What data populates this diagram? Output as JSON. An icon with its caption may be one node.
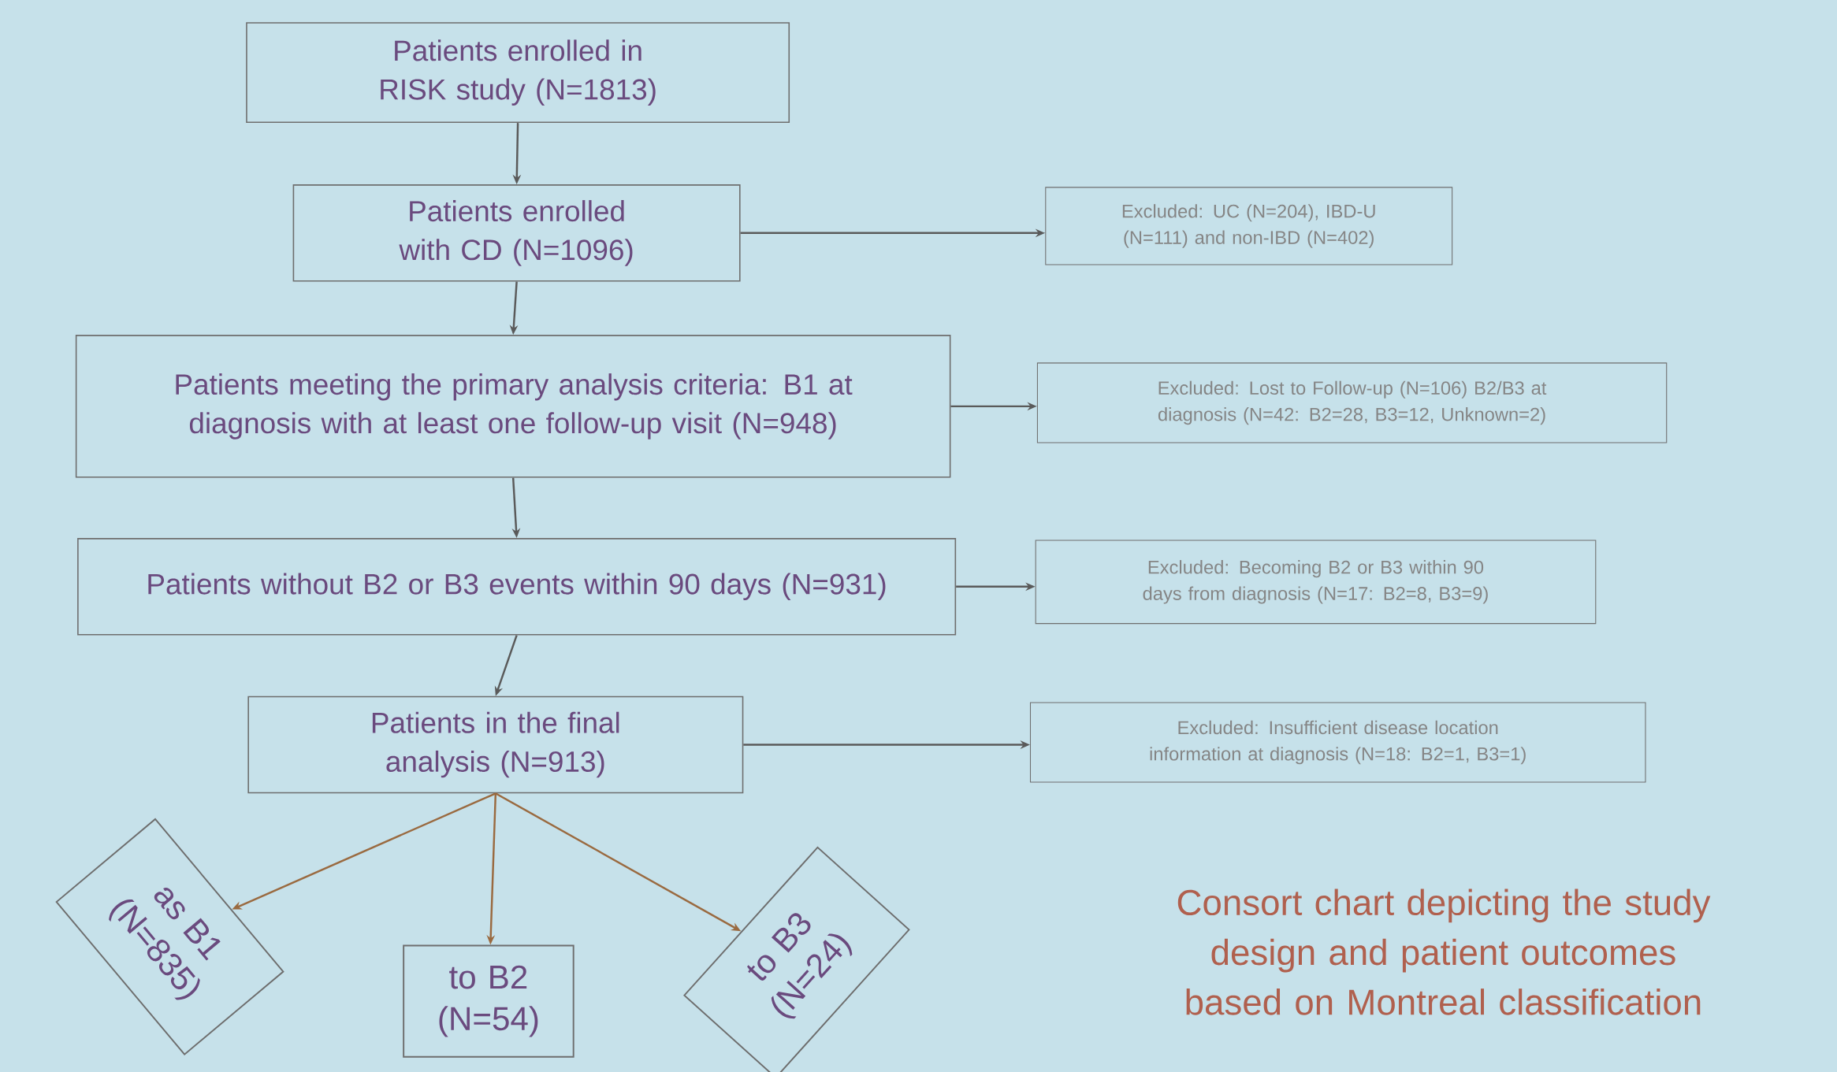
{
  "diagram": {
    "caption": "Consort chart depicting the study design and patient outcomes based on Montreal classification",
    "nodes": [
      {
        "text": [
          "Patients enrolled in RISK study (N=1813)"
        ]
      },
      {
        "text": [
          "Patients enrolled with CD (N=1096)"
        ]
      },
      {
        "text": [
          "Patients meeting the primary analysis criteria: B1 at diagnosis with at least one follow-up visit (N=948)"
        ]
      },
      {
        "text": [
          "Patients without B2 or B3 events within 90 days (N=931)"
        ]
      },
      {
        "text": [
          "Patients in the final analysis (N=913)"
        ]
      },
      {
        "text": [
          "Excluded: UC (N=204), IBD-U (N=111) and non-IBD (N=402)"
        ]
      },
      {
        "text": [
          "Excluded: Lost to Follow-up (N=106) B2/B3 at diagnosis (N=42: B2=28, B3=12, Unknown=2)"
        ]
      },
      {
        "text": [
          "Excluded: Becoming B2 or B3 within 90 days from diagnosis (N=17: B2=8, B3=9)"
        ]
      },
      {
        "text": [
          "Excluded: Insufficient disease location information at diagnosis (N=18: B2=1, B3=1)"
        ]
      },
      {
        "text": [
          "as B1 (N=835)"
        ]
      },
      {
        "text": [
          "to B2 (N=54)"
        ]
      },
      {
        "text": [
          "to B3 (N=24)"
        ]
      }
    ],
    "edges": [
      {
        "from": 0,
        "to": 1,
        "arrow": "to"
      },
      {
        "from": 1,
        "to": 2,
        "arrow": "to"
      },
      {
        "from": 2,
        "to": 3,
        "arrow": "to"
      },
      {
        "from": 3,
        "to": 4,
        "arrow": "to"
      },
      {
        "from": 1,
        "to": 5,
        "arrow": "to"
      },
      {
        "from": 2,
        "to": 6,
        "arrow": "to"
      },
      {
        "from": 3,
        "to": 7,
        "arrow": "to"
      },
      {
        "from": 4,
        "to": 8,
        "arrow": "to"
      },
      {
        "from": 4,
        "to": 9,
        "arrow": "to",
        "color": "#9a6a40"
      },
      {
        "from": 4,
        "to": 10,
        "arrow": "to",
        "color": "#9a6a40"
      },
      {
        "from": 4,
        "to": 11,
        "arrow": "to",
        "color": "#9a6a40"
      }
    ]
  }
}
